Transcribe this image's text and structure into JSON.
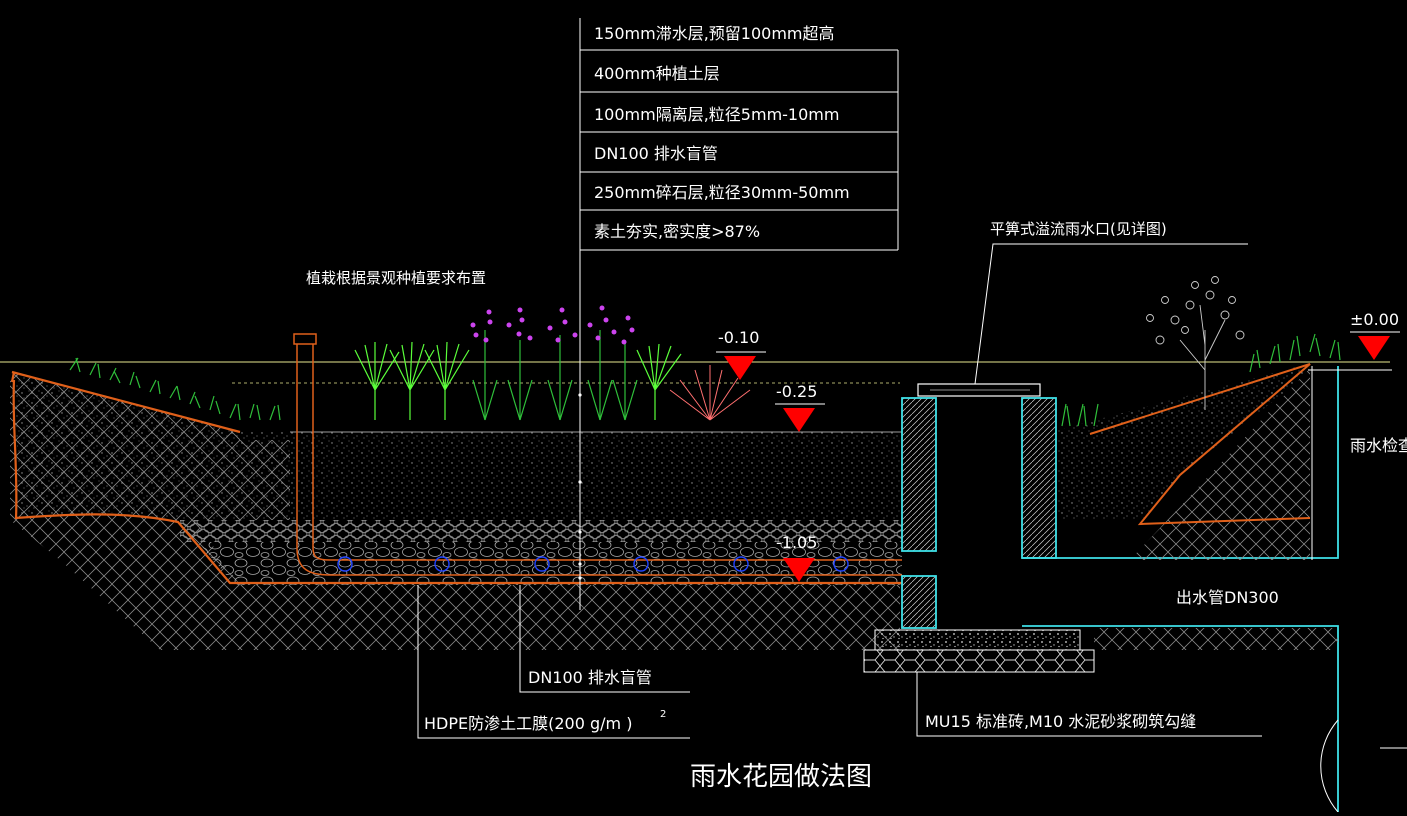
{
  "title": "雨水花园做法图",
  "layers": [
    "150mm滞水层,预留100mm超高",
    "400mm种植土层",
    "100mm隔离层,粒径5mm-10mm",
    "DN100 排水盲管",
    "250mm碎石层,粒径30mm-50mm",
    "素土夯实,密实度>87%"
  ],
  "labels": {
    "planting": "植栽根据景观种植要求布置",
    "overflow_inlet": "平箅式溢流雨水口(见详图)",
    "inspection_well": "雨水检查井",
    "outlet_pipe": "出水管DN300",
    "drain_pipe": "DN100 排水盲管",
    "geomembrane": "HDPE防渗土工膜(200 g/m )",
    "geomembrane_sup": "2",
    "brick": "MU15 标准砖,M10 水泥砂浆砌筑勾缝"
  },
  "elevations": {
    "ground": "±0.00",
    "ponding": "-0.10",
    "soil": "-0.25",
    "bottom": "-1.05"
  },
  "colors": {
    "background": "#000000",
    "text": "#ffffff",
    "leader": "#ffffff",
    "membrane": "#e0601a",
    "well": "#3fe0e8",
    "marker": "#ff0000",
    "grass": "#2fbf3a",
    "shrub": "#5aff3a",
    "flower": "#cc44ee",
    "red_plant": "#ff7070",
    "ground_line": "#e8e890",
    "pipe": "#2244ff"
  }
}
